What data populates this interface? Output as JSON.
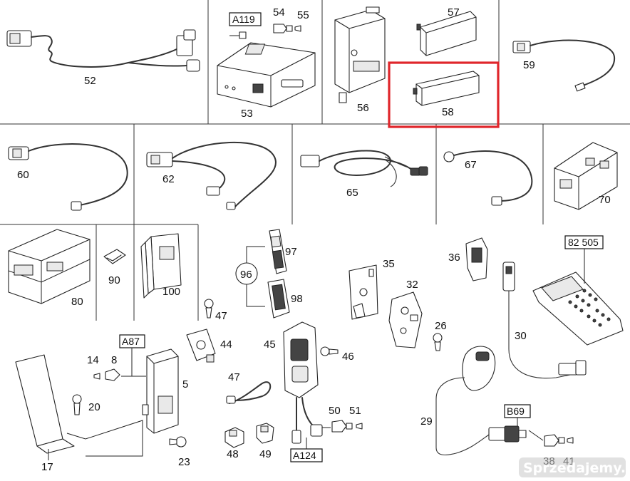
{
  "labels": {
    "p52": "52",
    "p53": "53",
    "p54": "54",
    "p55": "55",
    "p56": "56",
    "p57": "57",
    "p58": "58",
    "p59": "59",
    "p60": "60",
    "p62": "62",
    "p65": "65",
    "p67": "67",
    "p70": "70",
    "p80": "80",
    "p90": "90",
    "p100": "100",
    "p96": "96",
    "p97": "97",
    "p98": "98",
    "p47a": "47",
    "p47b": "47",
    "p35": "35",
    "p32": "32",
    "p36": "36",
    "p26": "26",
    "p30": "30",
    "p44": "44",
    "p45": "45",
    "p46": "46",
    "p14": "14",
    "p8": "8",
    "p5": "5",
    "p20": "20",
    "p17": "17",
    "p23": "23",
    "p48": "48",
    "p49": "49",
    "p50": "50",
    "p51": "51",
    "p29": "29",
    "p38": "38",
    "p41": "41"
  },
  "ref_boxes": {
    "a119": "A119",
    "a87": "A87",
    "a124": "A124",
    "b69": "B69",
    "r82505": "82 505"
  },
  "highlighted_part": "58",
  "watermark": "Sprzedajemy.pl",
  "highlight_color": "#e0262b"
}
